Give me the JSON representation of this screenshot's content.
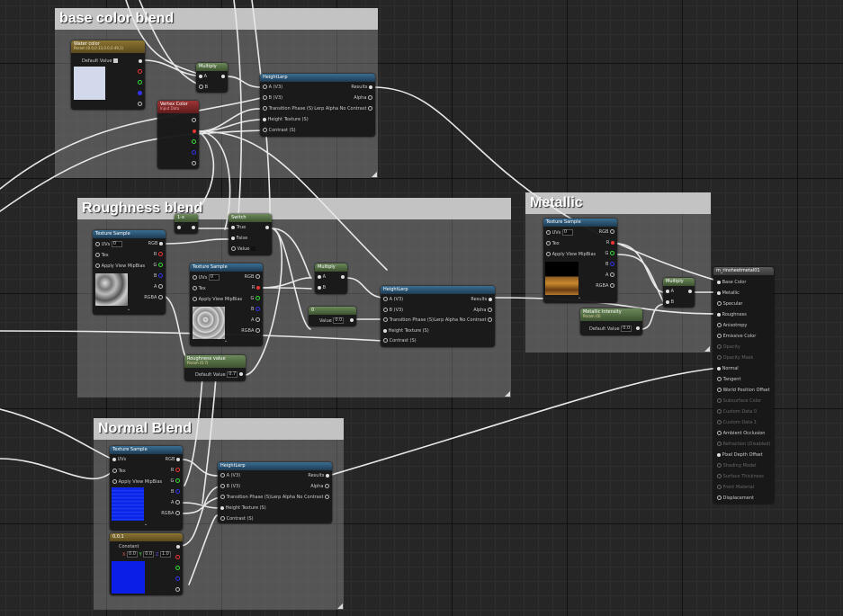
{
  "comments": {
    "base": "base color blend",
    "rough": "Roughness blend",
    "normal": "Normal Blend",
    "metal": "Metallic"
  },
  "labels": {
    "uvs": "UVs",
    "tex": "Tex",
    "apply_mip": "Apply View MipBias",
    "rgb": "RGB",
    "r": "R",
    "g": "G",
    "b": "B",
    "a": "A",
    "rgba": "RGBA",
    "pin_a": "A",
    "pin_b": "B",
    "pin_av3": "A (V3)",
    "pin_bv3": "B (V3)",
    "transition": "Transition Phase (S)",
    "lerp_mode": "Lerp Alpha No Contrast",
    "height_tex": "Height Texture (S)",
    "contrast": "Contrast (S)",
    "results": "Results",
    "alpha": "Alpha",
    "true": "True",
    "false": "False",
    "value": "Value",
    "default_value": "Default Value",
    "constant": "Constant"
  },
  "nodes": {
    "water_color": {
      "title": "Water color",
      "sub": "Param (0.0,0.33,0.0,0.49,1)"
    },
    "vertex_color": {
      "title": "Vertex Color",
      "sub": "Input Data"
    },
    "multiply": "Multiply",
    "height_lerp": "HeightLerp",
    "texture_sample": "Texture Sample",
    "one_minus": "1-x",
    "switch": "Switch",
    "roughness_value": {
      "title": "Roughness value",
      "sub": "Param (0.7)",
      "default": "0.7"
    },
    "value_node": {
      "title": "0",
      "value": "0.0"
    },
    "metallic_intensity": {
      "title": "Metallic Intensity",
      "sub": "Param (0)",
      "default": "0.0"
    },
    "constant_node": {
      "title": "0,0,1",
      "x": "0.0",
      "y": "0.0",
      "z": "1.0",
      "uv_index": "0"
    },
    "uv_index": "0"
  },
  "material": {
    "title": "m_rinsheetmetal01",
    "pins": [
      "Base Color",
      "Metallic",
      "Specular",
      "Roughness",
      "Anisotropy",
      "Emissive Color",
      "Opacity",
      "Opacity Mask",
      "Normal",
      "Tangent",
      "World Position Offset",
      "Subsurface Color",
      "Custom Data 0",
      "Custom Data 1",
      "Ambient Occlusion",
      "Refraction (Disabled)",
      "Pixel Depth Offset",
      "Shading Model",
      "Surface Thickness",
      "Front Material",
      "Displacement"
    ]
  },
  "colors": {
    "comment_title": "#d7d7d7",
    "texture_header": "#3a6e93",
    "param_header": "#6c8a5a",
    "vector_header": "#8b7333",
    "vertex_header": "#9e3434",
    "normal_blue": "#0a1ee8",
    "water": "#d2d9ea"
  },
  "icons": [
    "pin-dot-icon",
    "pin-ring-icon",
    "expand-caret-icon",
    "resize-grip-icon",
    "checkbox-icon"
  ]
}
